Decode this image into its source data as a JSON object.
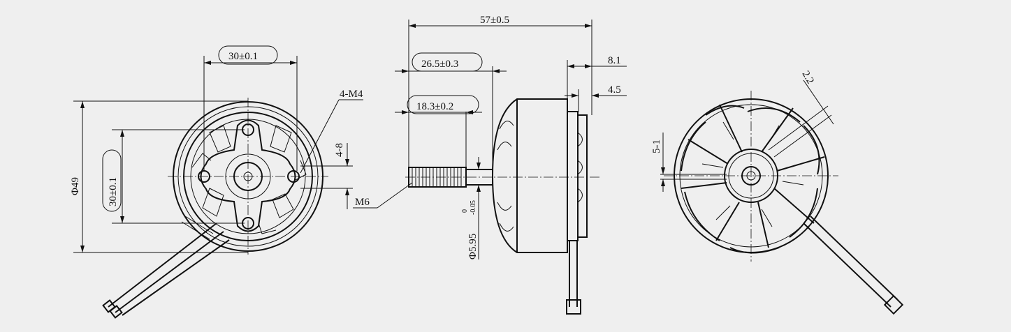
{
  "front_view": {
    "dim_width": "30±0.1",
    "dim_height": "30±0.1",
    "dim_diameter": "Φ49",
    "mount_holes": "4-M4",
    "hole_depth": "4-8"
  },
  "side_view": {
    "dim_total_length": "57±0.5",
    "dim_shaft_to_body": "26.5±0.3",
    "dim_thread_length": "18.3±0.2",
    "dim_base": "8.1",
    "dim_base_inner": "4.5",
    "thread": "M6",
    "shaft_diameter": "Φ5.95",
    "shaft_tol_upper": "0",
    "shaft_tol_lower": "-0.05"
  },
  "rear_view": {
    "dim_slot": "2.2",
    "dim_gap": "5-1"
  }
}
